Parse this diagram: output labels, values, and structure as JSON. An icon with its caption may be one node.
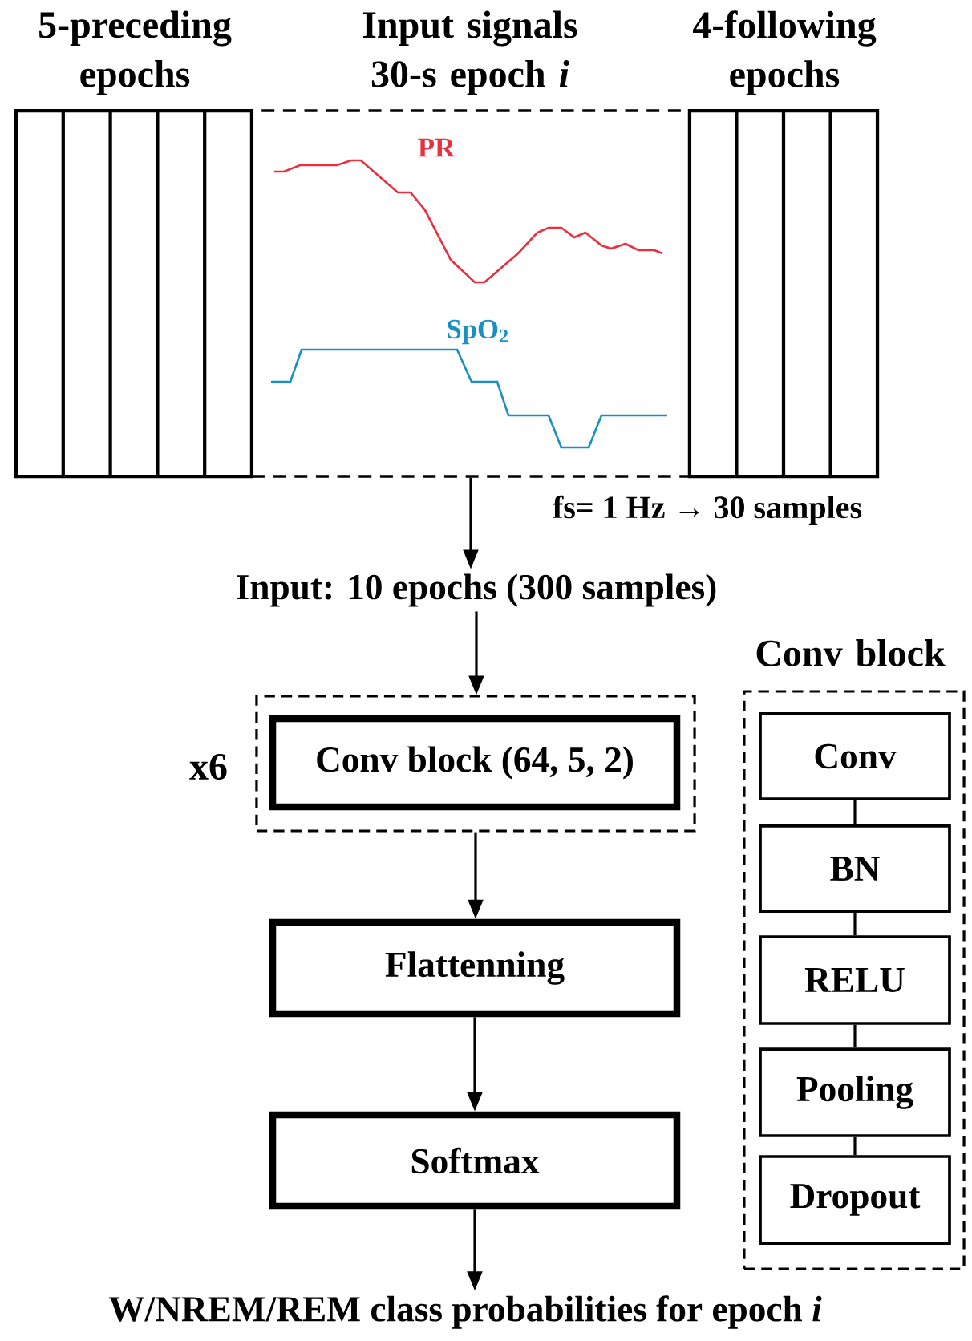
{
  "diagram": {
    "nodes": [
      {
        "text": [
          "5-preceding epochs"
        ]
      },
      {
        "text": [
          "Input signals 30-s epoch *i*"
        ]
      },
      {
        "text": [
          "4-following epochs"
        ]
      },
      {
        "text": [
          "Input: 10 epochs (300 samples)"
        ]
      },
      {
        "text": [
          "x6"
        ]
      },
      {
        "text": [
          "Conv block (64, 5, 2)"
        ],
        "in": 4
      },
      {
        "text": [
          "Flattenning"
        ]
      },
      {
        "text": [
          "Softmax"
        ]
      },
      {
        "text": [
          "W/NREM/REM class probabilities for epoch *i*"
        ]
      },
      {
        "text": [
          "Conv block"
        ]
      },
      {
        "text": [
          "Conv"
        ],
        "in": 9
      },
      {
        "text": [
          "BN"
        ],
        "in": 9
      },
      {
        "text": [
          "RELU"
        ],
        "in": 9
      },
      {
        "text": [
          "Pooling"
        ],
        "in": 9
      },
      {
        "text": [
          "Dropout"
        ],
        "in": 9
      }
    ],
    "edges": [
      {
        "from": 1,
        "to": 3,
        "arrow": "to"
      },
      {
        "from": 3,
        "to": 4,
        "arrow": "to"
      },
      {
        "from": 4,
        "to": 6,
        "arrow": "to"
      },
      {
        "from": 6,
        "to": 7,
        "arrow": "to"
      },
      {
        "from": 7,
        "to": 8,
        "arrow": "to"
      },
      {
        "from": 10,
        "to": 11,
        "arrow": "none"
      },
      {
        "from": 11,
        "to": 12,
        "arrow": "none"
      },
      {
        "from": 12,
        "to": 13,
        "arrow": "none"
      },
      {
        "from": 13,
        "to": 14,
        "arrow": "none"
      }
    ],
    "labels": [
      "PR",
      "SpO$_{2}$",
      "fs= 1 Hz → 30 samples"
    ]
  }
}
